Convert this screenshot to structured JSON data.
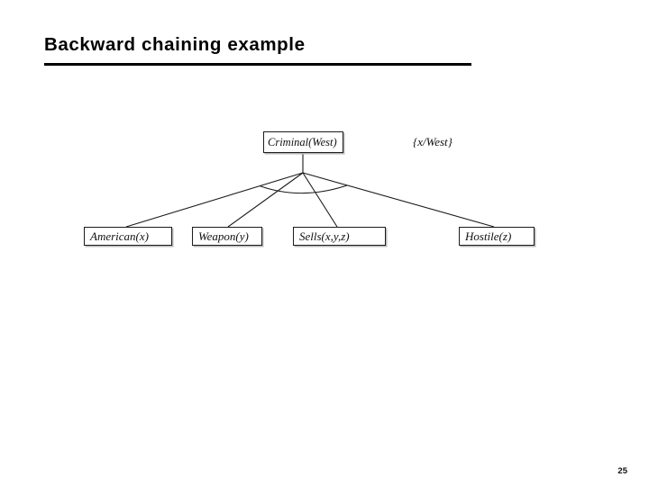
{
  "header": {
    "title": "Backward chaining example"
  },
  "diagram": {
    "type": "and-or-proof-tree",
    "root": {
      "label": "Criminal(West)"
    },
    "substitution": "{x/West}",
    "children": [
      {
        "label": "American(x)"
      },
      {
        "label": "Weapon(y)"
      },
      {
        "label": "Sells(x,y,z)"
      },
      {
        "label": "Hostile(z)"
      }
    ],
    "connector": "and-arc crossing all four branch lines"
  },
  "footer": {
    "page_number": "25"
  },
  "colors": {
    "ink": "#1a1a1a",
    "background": "#ffffff",
    "box_shadow": "#b8b8b8"
  }
}
